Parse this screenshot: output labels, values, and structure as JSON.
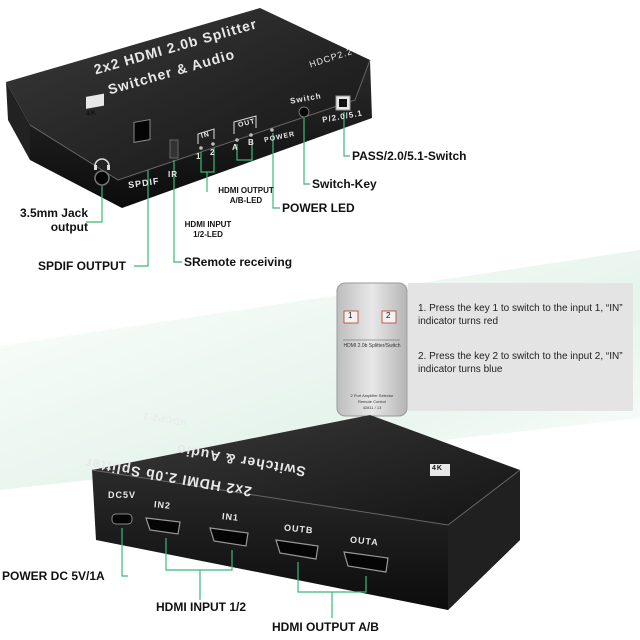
{
  "top_device": {
    "title_line1": "2x2 HDMI 2.0b Splitter",
    "title_line2": "Switcher & Audio",
    "hdcp": "HDCP2.2",
    "badge": "4K",
    "switch_label": "Switch",
    "mode_label": "P/2.0/5.1",
    "spdif_print": "SPDIF",
    "ir_print": "IR",
    "in_print": "IN",
    "out_print": "OUT",
    "in1_print": "1",
    "in2_print": "2",
    "outa_print": "A",
    "outb_print": "B",
    "power_print": "POWER"
  },
  "callouts_top": {
    "pass_switch": "PASS/2.0/5.1-Switch",
    "switch_key": "Switch-Key",
    "power_led": "POWER LED",
    "hdmi_output_led": "HDMI OUTPUT A/B-LED",
    "hdmi_input_led": "HDMI INPUT 1/2-LED",
    "jack_output": "3.5mm Jack output",
    "spdif_output": "SPDIF OUTPUT",
    "sremote": "SRemote receiving"
  },
  "remote": {
    "btn1": "1",
    "btn2": "2",
    "caption": "HDMI 2.0b Splitter/Switch",
    "footer1": "2 Port Amplifier Selector",
    "footer2": "Remote Control",
    "footer3": "42811 / 13",
    "instructions": [
      "Press the key 1 to switch to the input 1, “IN” indicator turns red",
      "Press the key 2 to switch to the input 2, “IN” indicator turns blue"
    ],
    "instruction_numbers": [
      "1.",
      "2."
    ]
  },
  "bottom_device": {
    "title_line1": "2x2 HDMI 2.0b Splitter",
    "title_line2": "Switcher & Audio",
    "hdcp": "HDCP2.2",
    "badge": "4K",
    "dc_print": "DC5V",
    "in2_print": "IN2",
    "in1_print": "IN1",
    "outb_print": "OUTB",
    "outa_print": "OUTA"
  },
  "callouts_bottom": {
    "power_dc": "POWER DC 5V/1A",
    "hdmi_input": "HDMI INPUT 1/2",
    "hdmi_output": "HDMI OUTPUT A/B"
  },
  "colors": {
    "callout_line": "#3cb878",
    "device_body": "#1a1a1a",
    "text_print": "#e8e8e8"
  }
}
